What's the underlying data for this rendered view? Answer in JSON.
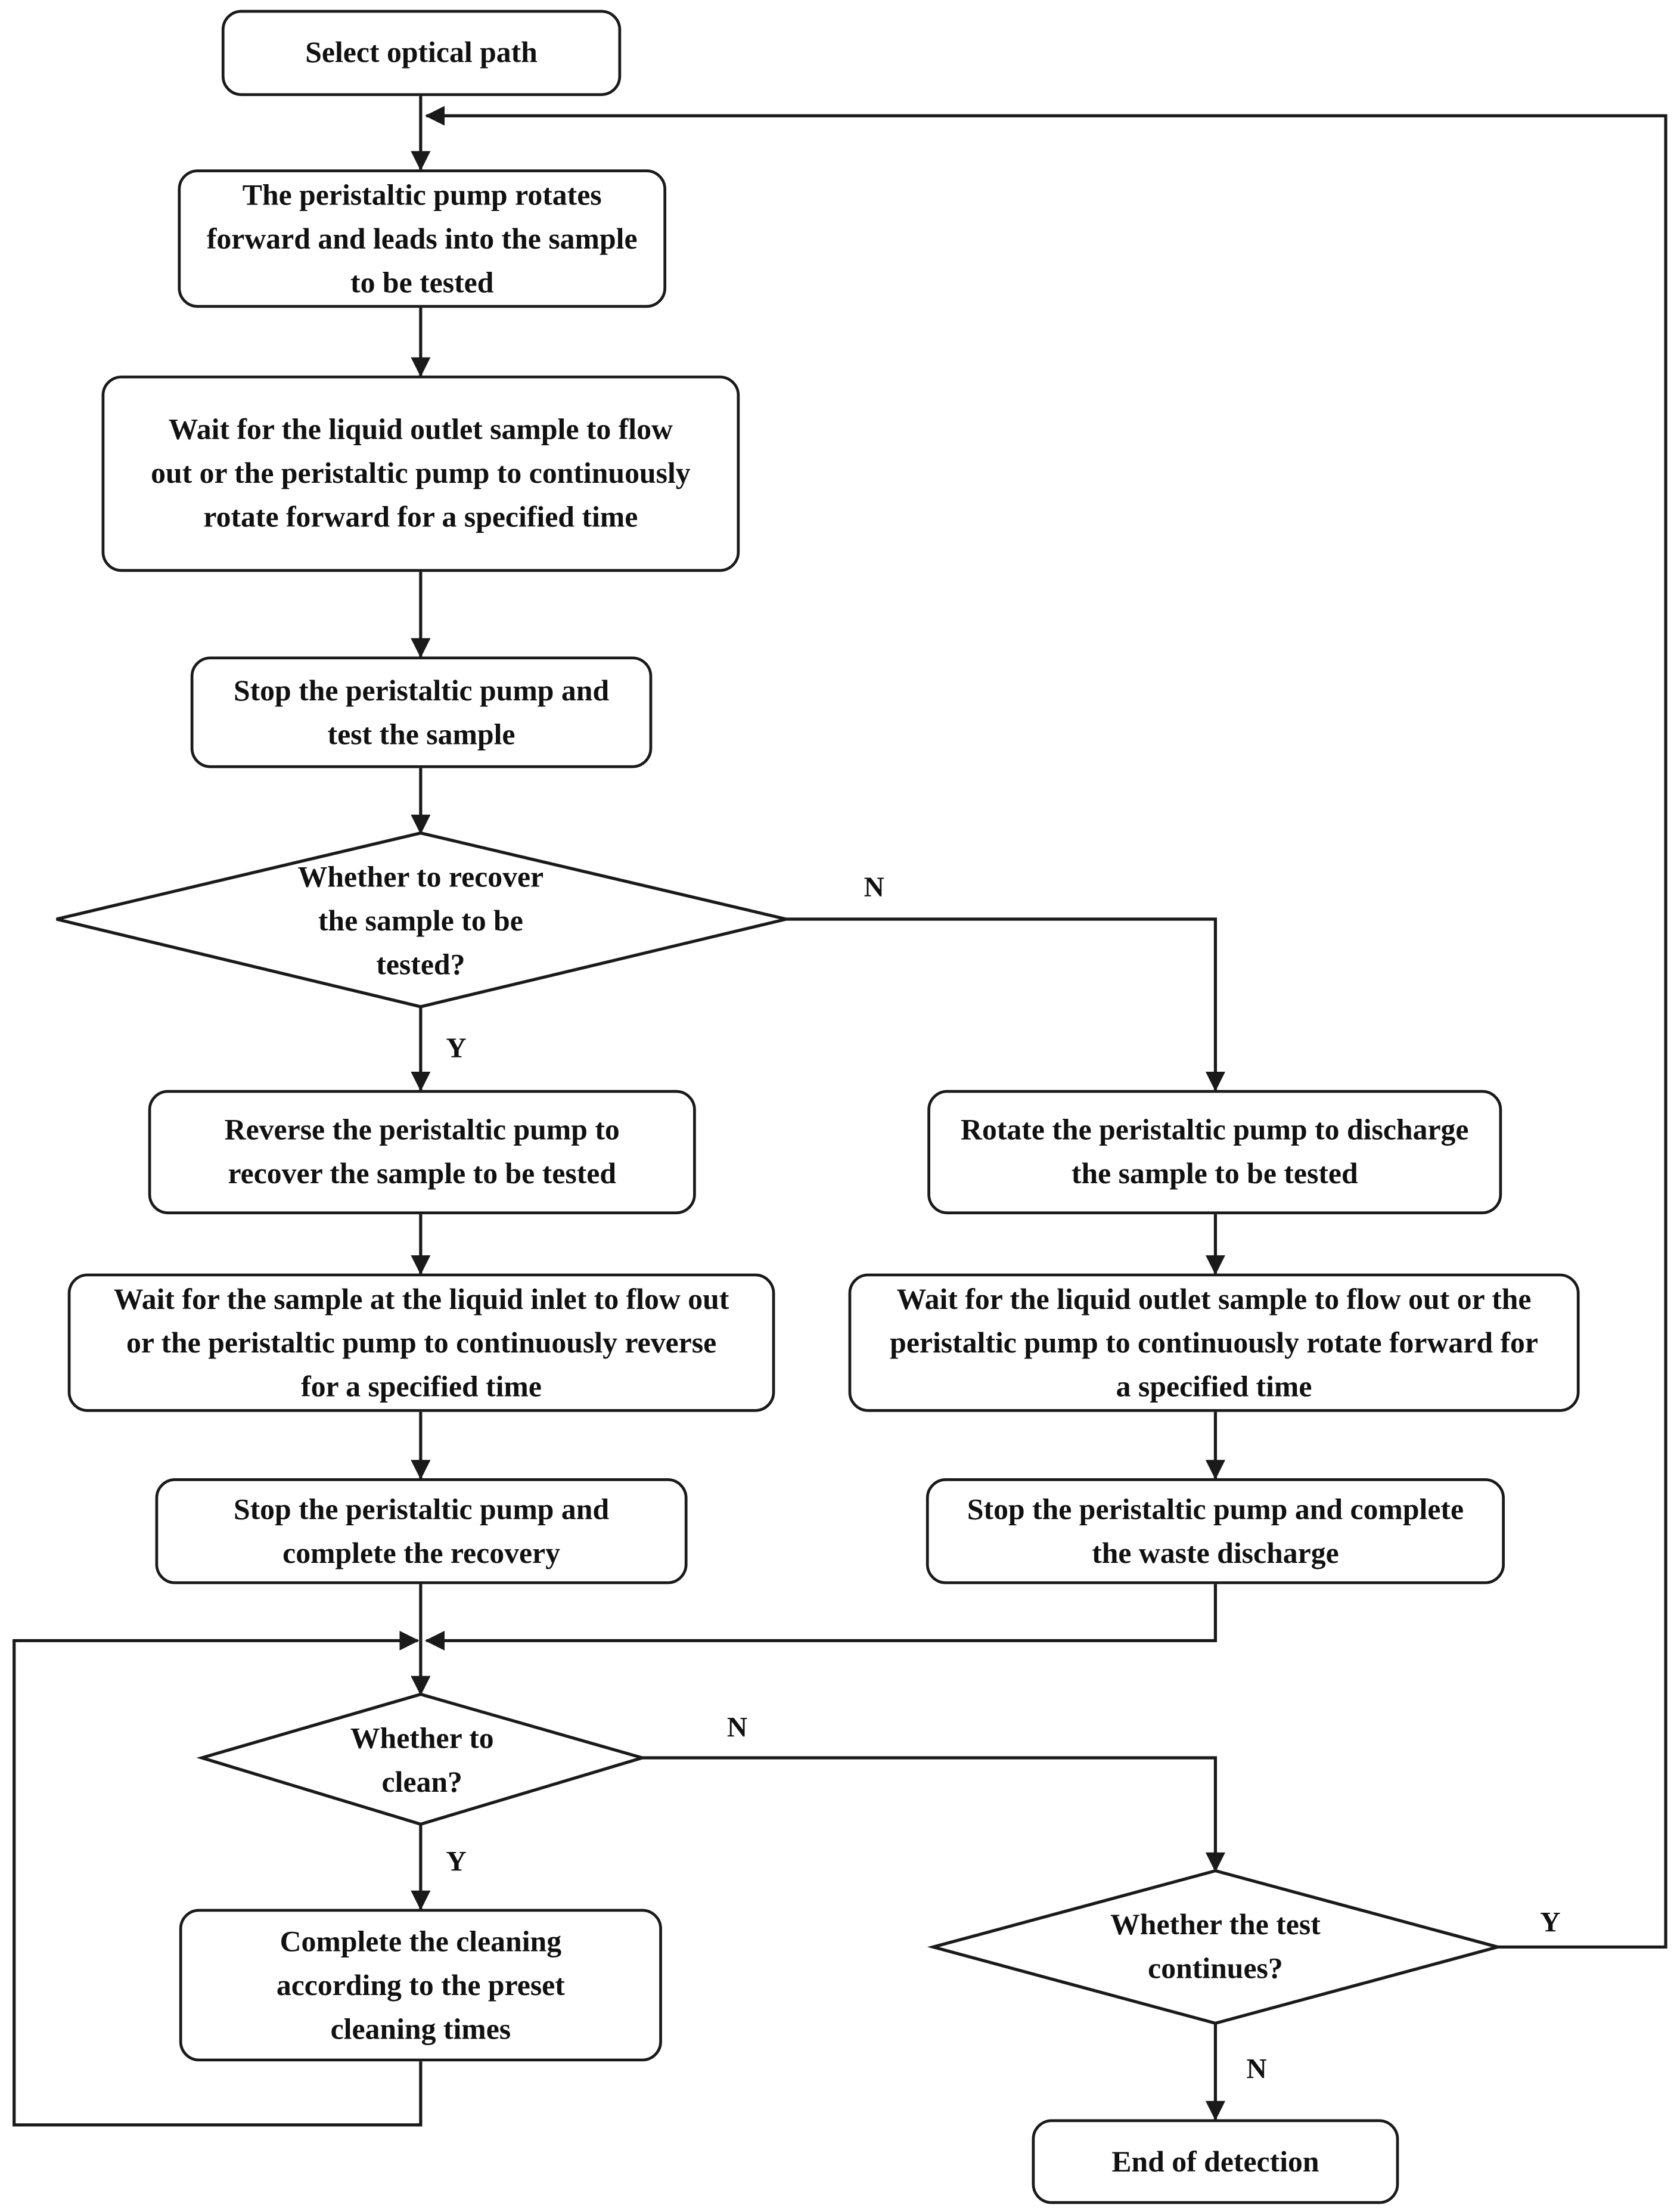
{
  "nodes": {
    "select_path": "Select optical path",
    "pump_forward": "The peristaltic pump rotates forward and leads into the sample to be tested",
    "wait_outlet": "Wait for the liquid outlet sample to flow out or the peristaltic pump to continuously rotate forward for a specified time",
    "stop_test": "Stop the peristaltic pump and test the sample",
    "recover_q": "Whether to recover the sample to be tested?",
    "reverse_recover": "Reverse the peristaltic pump to recover the sample to be tested",
    "wait_inlet": "Wait for the sample at the liquid inlet to flow out or the peristaltic pump to continuously reverse for a specified time",
    "stop_recovery": "Stop the peristaltic pump and complete the recovery",
    "rotate_discharge": "Rotate the peristaltic pump to discharge the sample to be tested",
    "wait_outlet_2": "Wait for the liquid outlet sample to flow out or the peristaltic pump to continuously rotate forward for a specified time",
    "stop_waste": "Stop the peristaltic pump and complete the waste discharge",
    "clean_q": "Whether to clean?",
    "cleaning": "Complete the cleaning according to the preset cleaning times",
    "continue_q": "Whether the test continues?",
    "end": "End of detection"
  },
  "branch_labels": {
    "recover_no": "N",
    "recover_yes": "Y",
    "clean_no": "N",
    "clean_yes": "Y",
    "continue_yes": "Y",
    "continue_no": "N"
  }
}
